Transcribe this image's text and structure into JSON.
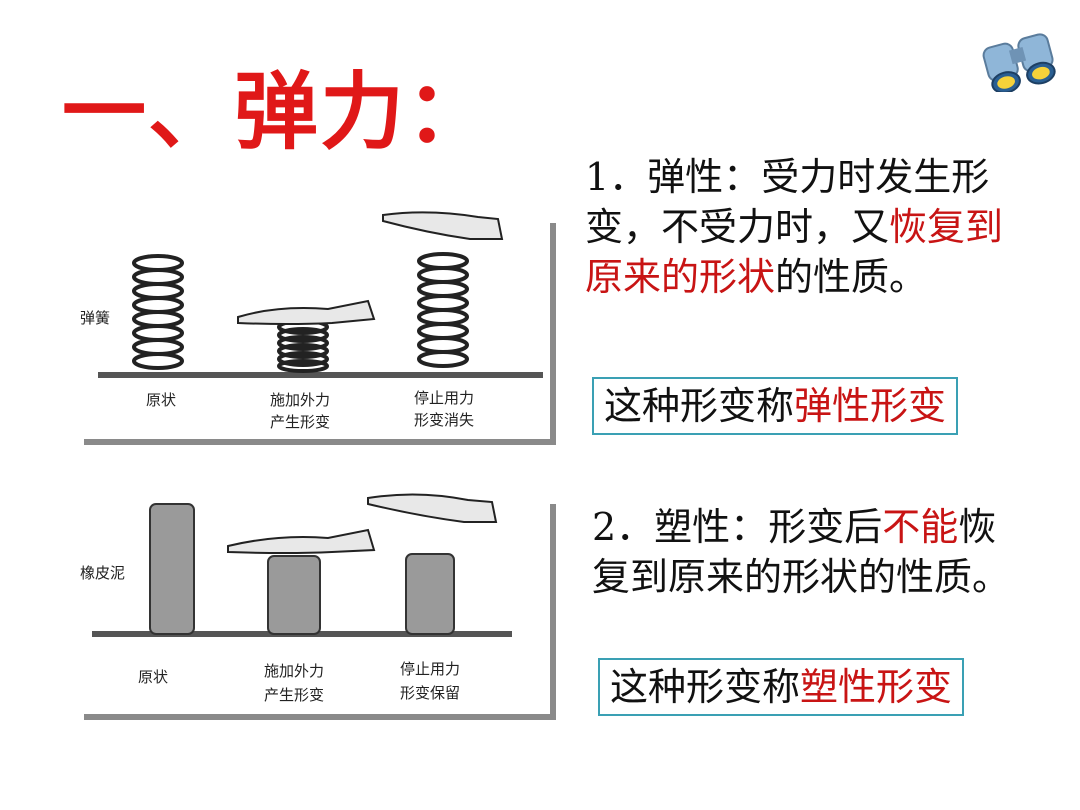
{
  "title": "一、弹力：",
  "section1": {
    "heading": "1．弹性：",
    "text_a": "受力时发生形变，不受力时，又",
    "text_red": "恢复到原来的形状",
    "text_b": "的性质。",
    "box_prefix": "这种形变称",
    "box_red": "弹性形变"
  },
  "section2": {
    "heading": "2．塑性：",
    "text_a": "形变后",
    "text_red": "不能",
    "text_b": "恢复到原来的形状的性质。",
    "box_prefix": "这种形变称",
    "box_red": "塑性形变"
  },
  "figure1": {
    "material": "弹簧",
    "captions": [
      "原状",
      "施加外力",
      "产生形变",
      "停止用力",
      "形变消失"
    ]
  },
  "figure2": {
    "material": "橡皮泥",
    "captions": [
      "原状",
      "施加外力",
      "产生形变",
      "停止用力",
      "形变保留"
    ]
  },
  "icon": "binoculars-icon"
}
